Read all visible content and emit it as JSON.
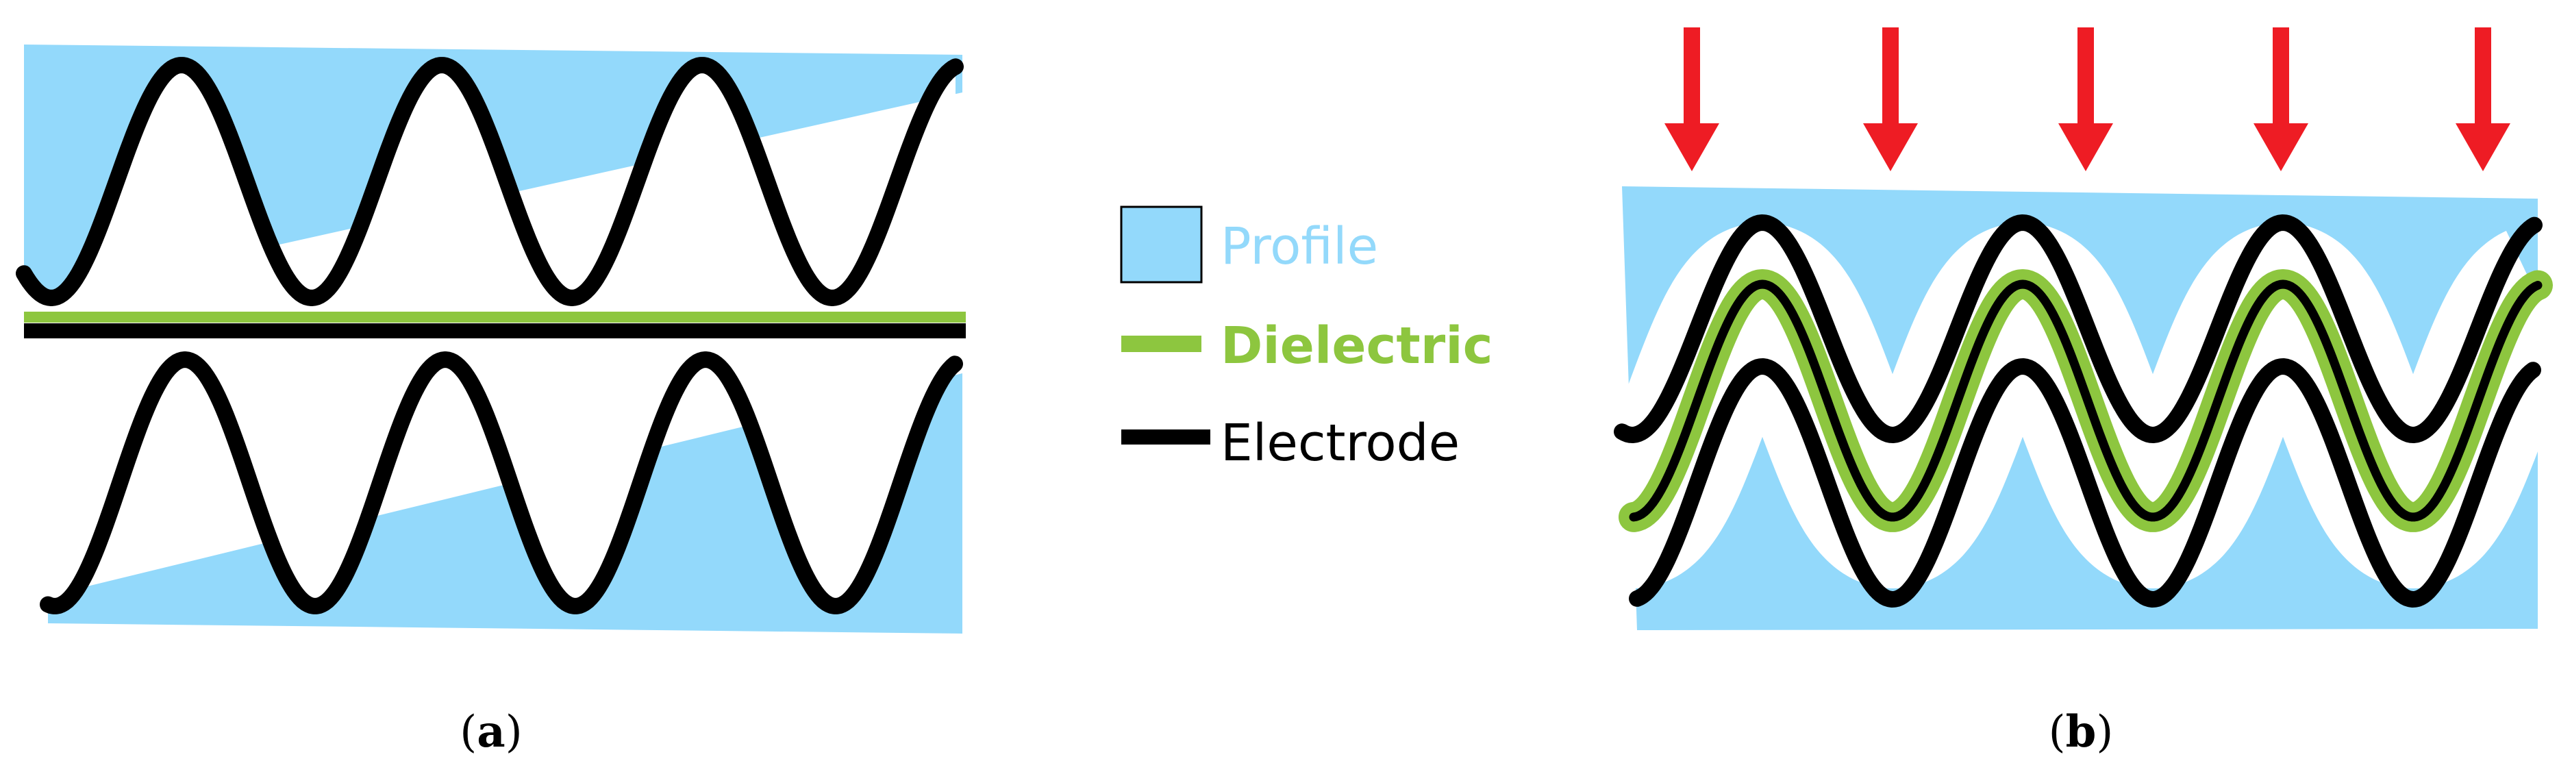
{
  "legend": {
    "items": [
      {
        "key": "profile",
        "label": "Profile"
      },
      {
        "key": "dielectric",
        "label": "Dielectric"
      },
      {
        "key": "electrode",
        "label": "Electrode"
      }
    ]
  },
  "panels": {
    "a": {
      "caption_open": "(",
      "caption_letter": "a",
      "caption_close": ")"
    },
    "b": {
      "caption_open": "(",
      "caption_letter": "b",
      "caption_close": ")"
    }
  },
  "colors": {
    "profile": "#93d9fb",
    "dielectric": "#8dc63f",
    "electrode": "#000000",
    "arrow": "#ee1c24",
    "white": "#ffffff"
  },
  "icons": {
    "force_arrow": "down-arrow-icon"
  }
}
